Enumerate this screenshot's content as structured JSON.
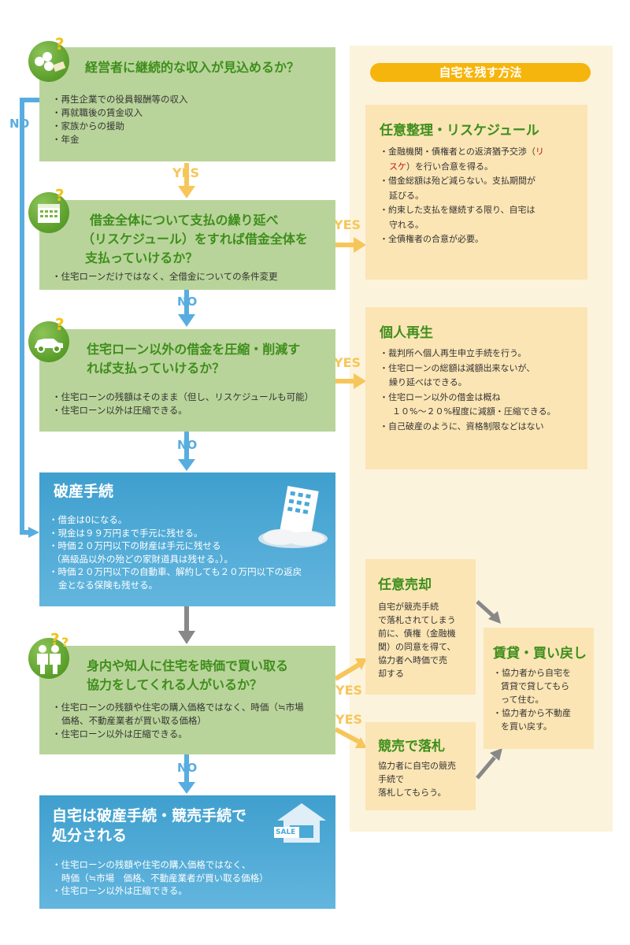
{
  "right_panel": {
    "header": "自宅を残す方法"
  },
  "q1": {
    "title": "経営者に継続的な収入が見込めるか？",
    "bullets": [
      "・再生企業での役員報酬等の収入",
      "・再就職後の賃金収入",
      "・家族からの援助",
      "・年金"
    ]
  },
  "q2": {
    "title_lines": [
      "借金全体について支払の繰り延べ",
      "（リスケジュール）をすれば借金全体を",
      "支払っていけるか？"
    ],
    "bullets": [
      "・住宅ローンだけではなく、全借金についての条件変更"
    ]
  },
  "q3": {
    "title_lines": [
      "住宅ローン以外の借金を圧縮・削減す",
      "れば支払っていけるか？"
    ],
    "bullets": [
      "・住宅ローンの残額はそのまま（但し、リスケジュールも可能）",
      "・住宅ローン以外は圧縮できる。"
    ]
  },
  "bankruptcy": {
    "title": "破産手続",
    "bullets": [
      "・借金は0になる。",
      "・現金は９９万円まで手元に残せる。",
      "・時価２０万円以下の財産は手元に残せる",
      "（高級品以外の殆どの家財道具は残せる。）。",
      "・時価２０万円以下の自動車、解約しても２０万円以下の返戻",
      "金となる保険も残せる。"
    ]
  },
  "q4": {
    "title_lines": [
      "身内や知人に住宅を時価で買い取る",
      "協力をしてくれる人がいるか？"
    ],
    "bullets": [
      "・住宅ローンの残額や住宅の購入価格ではなく、時価（≒市場",
      "価格、不動産業者が買い取る価格）",
      "・住宅ローン以外は圧縮できる。"
    ]
  },
  "final": {
    "title_lines": [
      "自宅は破産手続・競売手続で",
      "処分される"
    ],
    "sale_label": "SALE",
    "bullets": [
      "・住宅ローンの残額や住宅の購入価格ではなく、",
      "時価（≒市場　価格、不動産業者が買い取る価格）",
      "・住宅ローン以外は圧縮できる。"
    ]
  },
  "card_reschedule": {
    "title": "任意整理・リスケジュール",
    "line1_pre": "・金融機関・債権者との返済猶予交渉（",
    "line1_red": "リ",
    "line2_red": "スケ",
    "line2_post": "）を行い合意を得る。",
    "bullets_rest": [
      "・借金総額は殆ど減らない。支払期間が",
      "延びる。",
      "・約束した支払を継続する限り、自宅は",
      "守れる。",
      "・全債権者の合意が必要。"
    ]
  },
  "card_rehab": {
    "title": "個人再生",
    "bullets": [
      "・裁判所へ個人再生申立手続を行う。",
      "・住宅ローンの総額は減額出来ないが、",
      "繰り延べはできる。",
      "・住宅ローン以外の借金は概ね",
      "１０%～２０%程度に減額・圧縮できる。",
      "・自己破産のように、資格制限などはない"
    ]
  },
  "card_sale": {
    "title": "任意売却",
    "lines": [
      "自宅が競売手続",
      "で落札されてしまう",
      "前に、債権（金融機",
      "関）の同意を得て、",
      "協力者へ時価で売",
      "却する"
    ]
  },
  "card_auction": {
    "title": "競売で落札",
    "lines": [
      "協力者に自宅の競売",
      "手続で",
      "落札してもらう。"
    ]
  },
  "card_leaseback": {
    "title": "賃貸・買い戻し",
    "bullets": [
      "・協力者から自宅を",
      "賃貸で貸してもら",
      "って住む。",
      "・協力者から不動産",
      "を買い戻す。"
    ]
  },
  "labels": {
    "yes": "YES",
    "no": "NO"
  },
  "colors": {
    "green_box": "#b9d49a",
    "green_title": "#3e8e1c",
    "blue_box": "#4aa9d6",
    "orange": "#f6b50c",
    "panel": "#fcf3dc",
    "card": "#fbe5b4",
    "arrow_yes": "#f6c65a",
    "arrow_no": "#58ade0",
    "arrow_gray": "#888888"
  },
  "icons": [
    "money-icon",
    "calendar-icon",
    "car-icon",
    "building-icon",
    "people-icon",
    "house-icon",
    "question-mark-icon"
  ]
}
